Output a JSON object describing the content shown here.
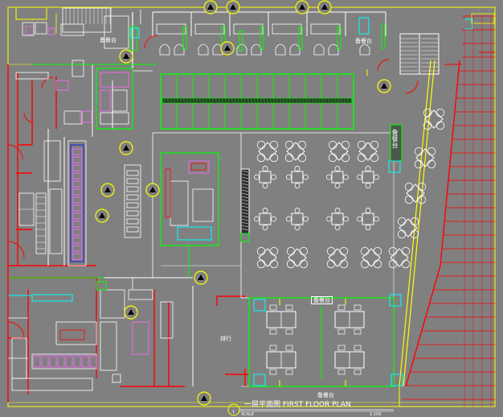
{
  "drawing": {
    "title": "一层平面图 FIRST FLOOR PLAN",
    "title_number": "1",
    "scale_label": "SCALE",
    "scale_value": "1:100"
  },
  "labels": {
    "service_counter": "备餐台",
    "service_counter_variant": "备餐台",
    "service_counter_upper_left": "备餐台",
    "service_counter_upper_right": "备餐台",
    "service_counter_vertical": "备餐台",
    "service_counter_bottom": "备餐台",
    "queue_area": "排行"
  },
  "colors": {
    "background": "#808080",
    "wall": "#ff0000",
    "furniture": "#ffffff",
    "fixture": "#00ff00",
    "boundary": "#ffff00",
    "equipment": "#ff66ff",
    "annotation": "#00ffff",
    "highlight": "#0000ff"
  }
}
